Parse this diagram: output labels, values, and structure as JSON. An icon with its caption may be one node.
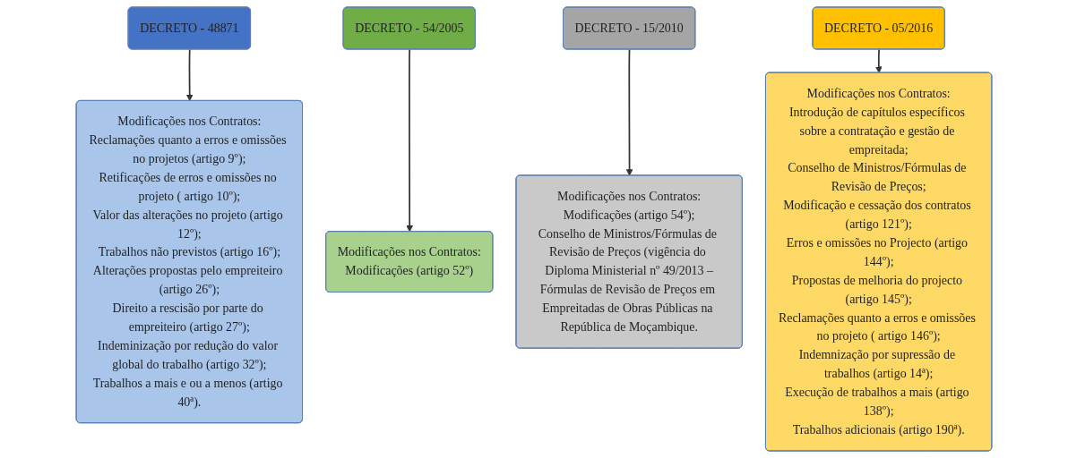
{
  "diagram": {
    "nodes": [
      {
        "text": [
          "DECRETO - 48871"
        ]
      },
      {
        "text": [
          "DECRETO - 54/2005"
        ]
      },
      {
        "text": [
          "DECRETO - 15/2010"
        ]
      },
      {
        "text": [
          "DECRETO - 05/2016"
        ]
      },
      {
        "text": [
          "Modificações nos Contratos:",
          "Reclamações quanto a erros e omissões no projetos (artigo 9º);",
          "Retificações de erros e omissões no projeto ( artigo 10º);",
          "Valor das alterações no projeto (artigo 12º);",
          "Trabalhos não previstos (artigo 16º);",
          "Alterações propostas pelo empreiteiro (artigo 26º);",
          "Direito a rescisão por parte do empreiteiro (artigo 27º);",
          "Indeminização por redução do valor global do trabalho (artigo 32º);",
          "Trabalhos a mais e ou a menos (artigo 40ª)."
        ]
      },
      {
        "text": [
          "Modificações nos Contratos:",
          "Modificações (artigo 52º)"
        ]
      },
      {
        "text": [
          "Modificações nos Contratos:",
          "Modificações (artigo 54º);",
          "Conselho de Ministros/Fórmulas de Revisão de Preços (vigência do Diploma Ministerial nº 49/2013 –Fórmulas de Revisão de Preços em Empreitadas de Obras Públicas na República de Moçambique."
        ]
      },
      {
        "text": [
          "Modificações nos Contratos:",
          "Introdução de capítulos específicos sobre a contratação e gestão de empreitada;",
          "Conselho de Ministros/Fórmulas de Revisão de Preços;",
          "Modificação e cessação dos contratos (artigo 121º);",
          "Erros e omissões no Projecto (artigo 144º);",
          "Propostas de melhoria do projecto (artigo 145º);",
          "Reclamações quanto a erros e omissões no projeto ( artigo 146º);",
          "Indemnização por supressão de trabalhos (artigo 14ª);",
          "Execução de trabalhos a mais (artigo 138º);",
          "Trabalhos adicionais (artigo 190ª)."
        ]
      }
    ],
    "edges": [
      {
        "from": 0,
        "to": 4,
        "arrow": "to"
      },
      {
        "from": 1,
        "to": 5,
        "arrow": "to"
      },
      {
        "from": 2,
        "to": 6,
        "arrow": "to"
      },
      {
        "from": 3,
        "to": 7,
        "arrow": "to"
      }
    ]
  }
}
